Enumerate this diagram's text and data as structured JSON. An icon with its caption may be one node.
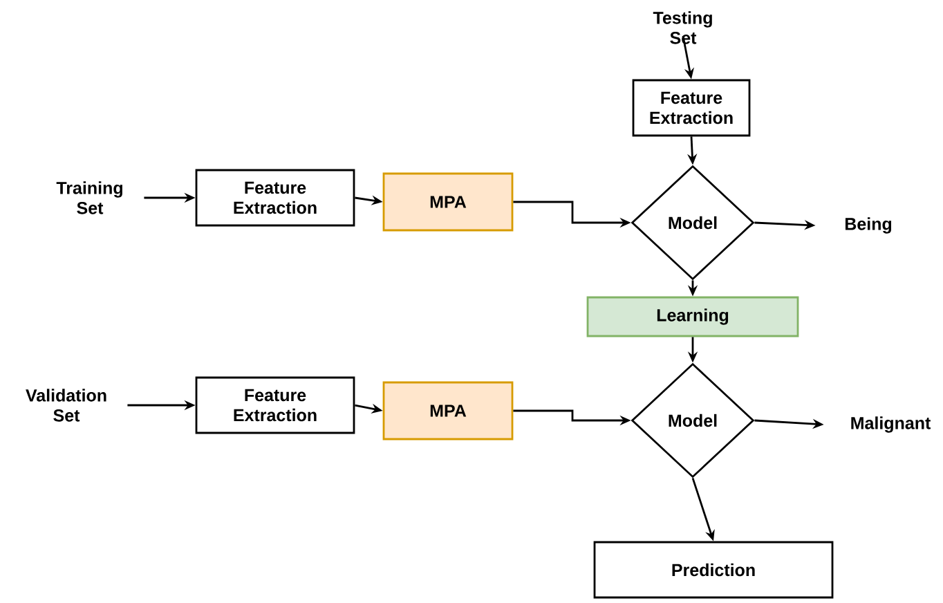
{
  "diagram": {
    "nodes": [
      {
        "text": [
          "Training Set"
        ]
      },
      {
        "text": [
          "Feature Extraction"
        ]
      },
      {
        "text": [
          "MPA"
        ]
      },
      {
        "text": [
          "Testing Set"
        ]
      },
      {
        "text": [
          "Feature Extraction"
        ]
      },
      {
        "text": [
          "Model"
        ]
      },
      {
        "text": [
          "Being"
        ]
      },
      {
        "text": [
          "Learning"
        ]
      },
      {
        "text": [
          "Validation Set"
        ]
      },
      {
        "text": [
          "Feature Extraction"
        ]
      },
      {
        "text": [
          "MPA"
        ]
      },
      {
        "text": [
          "Model"
        ]
      },
      {
        "text": [
          "Malignant"
        ]
      },
      {
        "text": [
          "Prediction"
        ]
      }
    ],
    "edges": [
      {
        "from": 0,
        "to": 1,
        "arrow": "to"
      },
      {
        "from": 1,
        "to": 2,
        "arrow": "to"
      },
      {
        "from": 2,
        "to": 5,
        "arrow": "to"
      },
      {
        "from": 3,
        "to": 4,
        "arrow": "to"
      },
      {
        "from": 4,
        "to": 5,
        "arrow": "to"
      },
      {
        "from": 5,
        "to": 6,
        "arrow": "to"
      },
      {
        "from": 5,
        "to": 7,
        "arrow": "to"
      },
      {
        "from": 7,
        "to": 11,
        "arrow": "to"
      },
      {
        "from": 8,
        "to": 9,
        "arrow": "to"
      },
      {
        "from": 9,
        "to": 10,
        "arrow": "to"
      },
      {
        "from": 10,
        "to": 11,
        "arrow": "to"
      },
      {
        "from": 11,
        "to": 12,
        "arrow": "to"
      },
      {
        "from": 11,
        "to": 13,
        "arrow": "to"
      }
    ]
  }
}
